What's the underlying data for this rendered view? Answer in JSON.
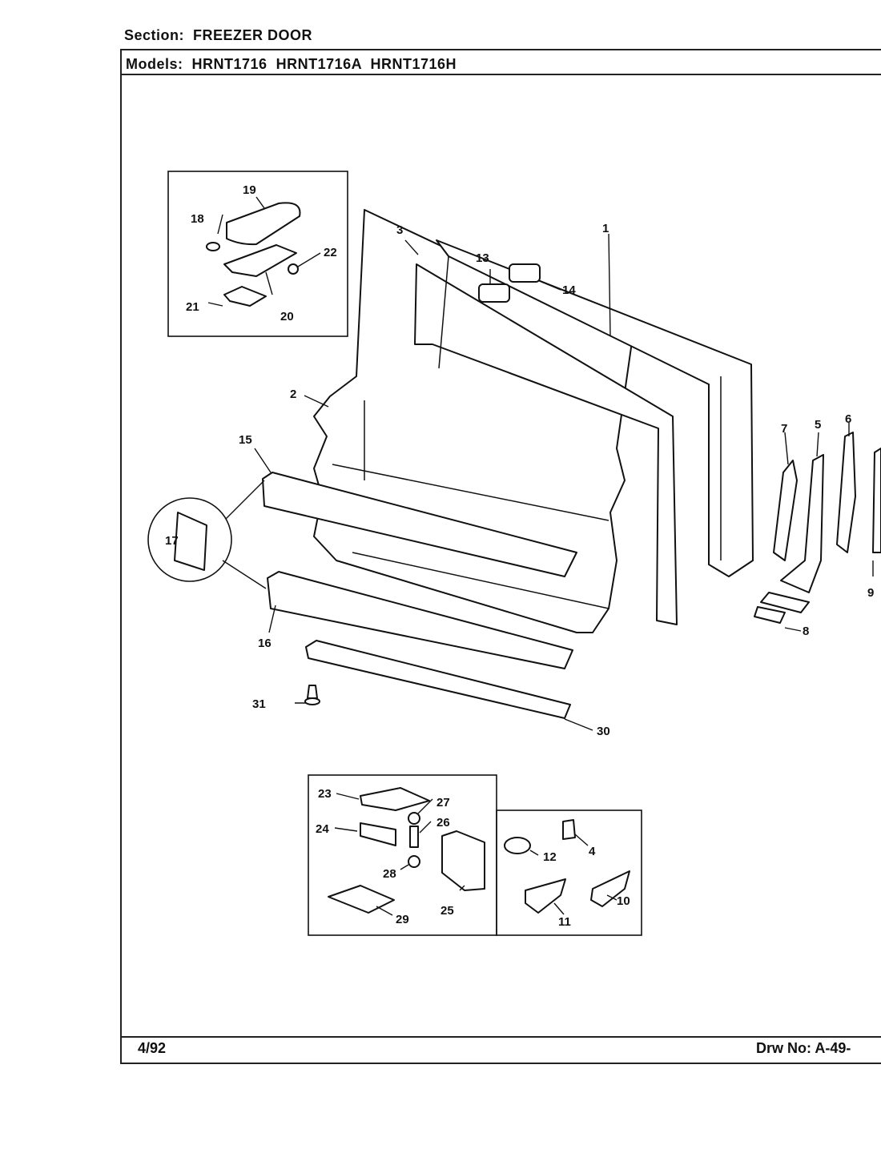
{
  "header": {
    "section_label": "Section:",
    "section_value": "FREEZER DOOR",
    "models_label": "Models:",
    "models": [
      "HRNT1716",
      "HRNT1716A",
      "HRNT1716H"
    ]
  },
  "footer": {
    "date": "4/92",
    "drawing_label": "Drw No:",
    "drawing_number": "A-49-"
  },
  "callouts": [
    "1",
    "2",
    "3",
    "4",
    "5",
    "6",
    "7",
    "8",
    "9",
    "10",
    "11",
    "12",
    "13",
    "14",
    "15",
    "16",
    "17",
    "18",
    "19",
    "20",
    "21",
    "22",
    "23",
    "24",
    "25",
    "26",
    "27",
    "28",
    "29",
    "30",
    "31"
  ]
}
